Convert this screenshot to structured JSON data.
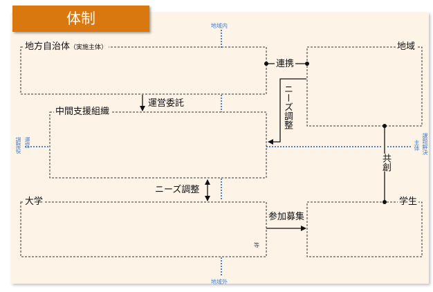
{
  "title": "体制",
  "boxes": {
    "local_gov": {
      "label": "地方自治体",
      "sub": "（実施主体）"
    },
    "region": {
      "label": "地域"
    },
    "intermediary": {
      "label": "中間支援組織"
    },
    "university": {
      "label": "大学",
      "note": "等"
    },
    "student": {
      "label": "学生"
    }
  },
  "arrows": {
    "cooperation": "連携",
    "needs_adjust_right": "ニーズ調整",
    "operation_commission": "運営委託",
    "needs_adjust_left": "ニーズ調整",
    "co_creation": "共創",
    "participation_recruit": "参加募集"
  },
  "axis_labels": {
    "top": "地域内",
    "bottom": "地域外",
    "left_1": "運営",
    "left_2": "調整役",
    "right_1": "課題解決",
    "right_2": "主体"
  },
  "colors": {
    "accent": "#d9780e",
    "background": "#fdf3e7",
    "axis": "#4a7fc9"
  }
}
